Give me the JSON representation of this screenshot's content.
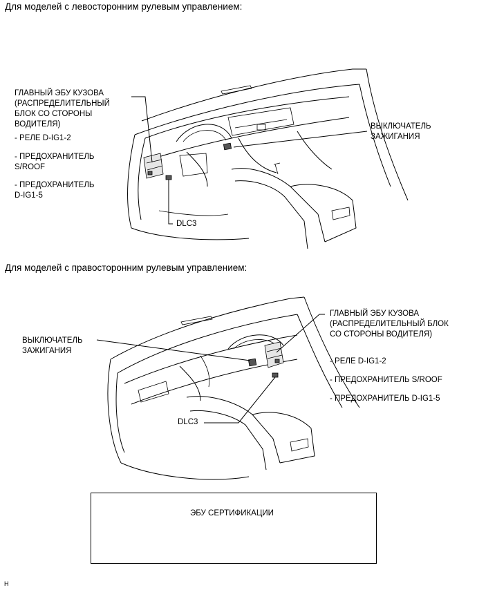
{
  "lhd": {
    "heading": "Для моделей с левосторонним рулевым управлением:",
    "body_ecu": "ГЛАВНЫЙ ЭБУ КУЗОВА\n(РАСПРЕДЕЛИТЕЛЬНЫЙ\nБЛОК СО СТОРОНЫ\nВОДИТЕЛЯ)",
    "relay": "- РЕЛЕ D-IG1-2",
    "fuse_roof": "- ПРЕДОХРАНИТЕЛЬ\nS/ROOF",
    "fuse_ig": "- ПРЕДОХРАНИТЕЛЬ\nD-IG1-5",
    "ignition": "ВЫКЛЮЧАТЕЛЬ\nЗАЖИГАНИЯ",
    "dlc3": "DLC3"
  },
  "rhd": {
    "heading": "Для моделей с правосторонним рулевым управлением:",
    "body_ecu": "ГЛАВНЫЙ ЭБУ КУЗОВА\n(РАСПРЕДЕЛИТЕЛЬНЫЙ БЛОК\nСО СТОРОНЫ ВОДИТЕЛЯ)",
    "relay": "- РЕЛЕ D-IG1-2",
    "fuse_roof": "- ПРЕДОХРАНИТЕЛЬ S/ROOF",
    "fuse_ig": "- ПРЕДОХРАНИТЕЛЬ D-IG1-5",
    "ignition": "ВЫКЛЮЧАТЕЛЬ\nЗАЖИГАНИЯ",
    "dlc3": "DLC3"
  },
  "legend": {
    "cert_ecu": "ЭБУ СЕРТИФИКАЦИИ"
  },
  "footer": {
    "code": "H"
  }
}
